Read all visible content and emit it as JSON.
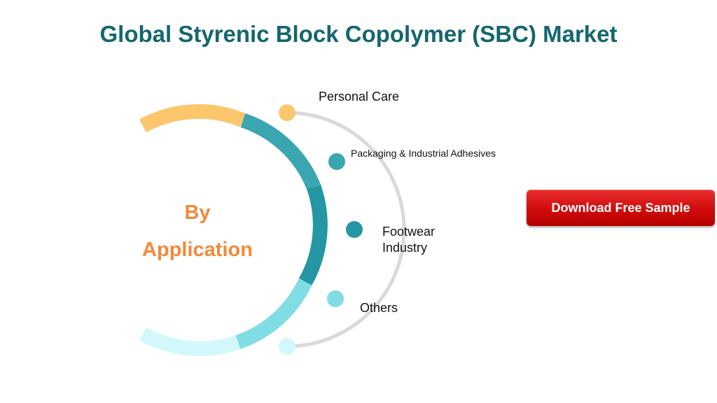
{
  "title": "Global Styrenic Block Copolymer (SBC) Market",
  "center": {
    "line1": "By",
    "line2": "Application"
  },
  "segments": [
    {
      "label": "Personal Care",
      "color": "#fbc66c"
    },
    {
      "label": "Packaging & Industrial Adhesives",
      "color": "#3aa6b0"
    },
    {
      "label": "Footwear Industry",
      "color": "#2496a4"
    },
    {
      "label": "Others",
      "color": "#7fdde3"
    }
  ],
  "tail_color": "#d2f8fb",
  "track_color": "#d9d9d9",
  "cta": {
    "label": "Download Free Sample",
    "color": "#d10b0b"
  }
}
